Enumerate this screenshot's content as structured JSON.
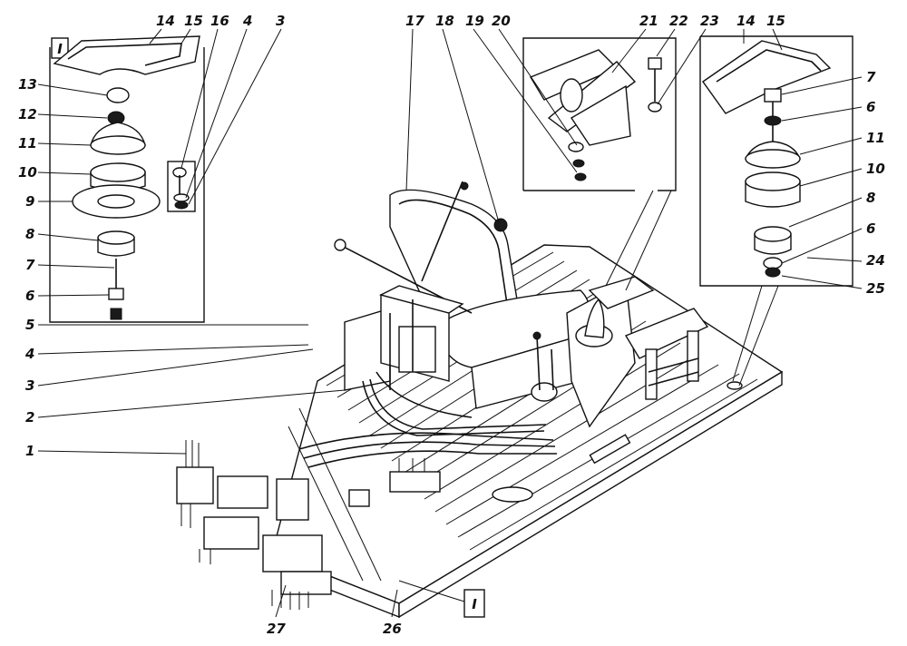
{
  "diagram": {
    "callouts": [
      {
        "id": "c14a",
        "text": "14"
      },
      {
        "id": "c15a",
        "text": "15"
      },
      {
        "id": "c16",
        "text": "16"
      },
      {
        "id": "c4a",
        "text": "4"
      },
      {
        "id": "c3a",
        "text": "3"
      },
      {
        "id": "c17",
        "text": "17"
      },
      {
        "id": "c18",
        "text": "18"
      },
      {
        "id": "c19",
        "text": "19"
      },
      {
        "id": "c20",
        "text": "20"
      },
      {
        "id": "c21",
        "text": "21"
      },
      {
        "id": "c22",
        "text": "22"
      },
      {
        "id": "c23",
        "text": "23"
      },
      {
        "id": "c14b",
        "text": "14"
      },
      {
        "id": "c15b",
        "text": "15"
      },
      {
        "id": "c13",
        "text": "13"
      },
      {
        "id": "c12",
        "text": "12"
      },
      {
        "id": "c11a",
        "text": "11"
      },
      {
        "id": "c10a",
        "text": "10"
      },
      {
        "id": "c9",
        "text": "9"
      },
      {
        "id": "c8a",
        "text": "8"
      },
      {
        "id": "c7a",
        "text": "7"
      },
      {
        "id": "c6a",
        "text": "6"
      },
      {
        "id": "c5",
        "text": "5"
      },
      {
        "id": "c4b",
        "text": "4"
      },
      {
        "id": "c3b",
        "text": "3"
      },
      {
        "id": "c2",
        "text": "2"
      },
      {
        "id": "c1",
        "text": "1"
      },
      {
        "id": "c7b",
        "text": "7"
      },
      {
        "id": "c6b",
        "text": "6"
      },
      {
        "id": "c11b",
        "text": "11"
      },
      {
        "id": "c10b",
        "text": "10"
      },
      {
        "id": "c8b",
        "text": "8"
      },
      {
        "id": "c6c",
        "text": "6"
      },
      {
        "id": "c24",
        "text": "24"
      },
      {
        "id": "c25",
        "text": "25"
      },
      {
        "id": "c27",
        "text": "27"
      },
      {
        "id": "c26",
        "text": "26"
      }
    ],
    "view_markers": [
      {
        "id": "inset_marker",
        "text": "I"
      },
      {
        "id": "bottom_marker",
        "text": "I"
      }
    ]
  }
}
